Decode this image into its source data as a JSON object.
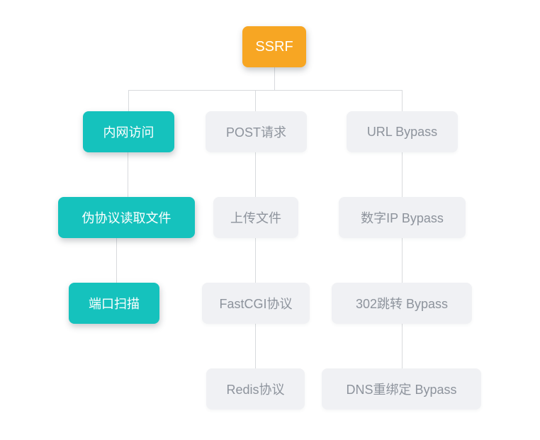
{
  "diagram": {
    "title": "SSRF mind map",
    "root": {
      "label": "SSRF"
    },
    "branches": [
      {
        "name": "intranet-access-branch",
        "highlighted": true,
        "nodes": [
          {
            "label": "内网访问"
          },
          {
            "label": "伪协议读取文件"
          },
          {
            "label": "端口扫描"
          }
        ]
      },
      {
        "name": "post-request-branch",
        "highlighted": false,
        "nodes": [
          {
            "label": "POST请求"
          },
          {
            "label": "上传文件"
          },
          {
            "label": "FastCGI协议"
          },
          {
            "label": "Redis协议"
          }
        ]
      },
      {
        "name": "url-bypass-branch",
        "highlighted": false,
        "nodes": [
          {
            "label": "URL Bypass"
          },
          {
            "label": "数字IP Bypass"
          },
          {
            "label": "302跳转 Bypass"
          },
          {
            "label": "DNS重绑定 Bypass"
          }
        ]
      }
    ],
    "colors": {
      "root_bg": "#f7a623",
      "root_text": "#ffffff",
      "highlight_bg": "#15c2bd",
      "highlight_text": "#ffffff",
      "node_bg": "#f0f1f4",
      "node_text": "#8d939c",
      "line": "#d8dadd"
    }
  }
}
